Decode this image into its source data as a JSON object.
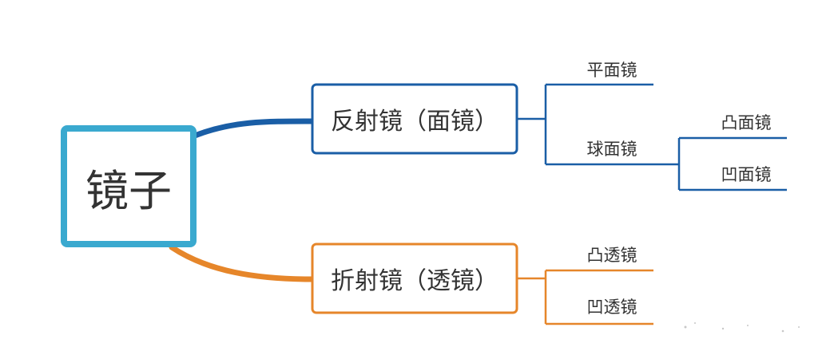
{
  "root": {
    "label": "镜子",
    "color": "#3aa9cf"
  },
  "branches": [
    {
      "label": "反射镜（面镜）",
      "color": "#1a5ea6",
      "children": [
        {
          "label": "平面镜"
        },
        {
          "label": "球面镜",
          "children": [
            {
              "label": "凸面镜"
            },
            {
              "label": "凹面镜"
            }
          ]
        }
      ]
    },
    {
      "label": "折射镜（透镜）",
      "color": "#e6862a",
      "children": [
        {
          "label": "凸透镜"
        },
        {
          "label": "凹透镜"
        }
      ]
    }
  ]
}
